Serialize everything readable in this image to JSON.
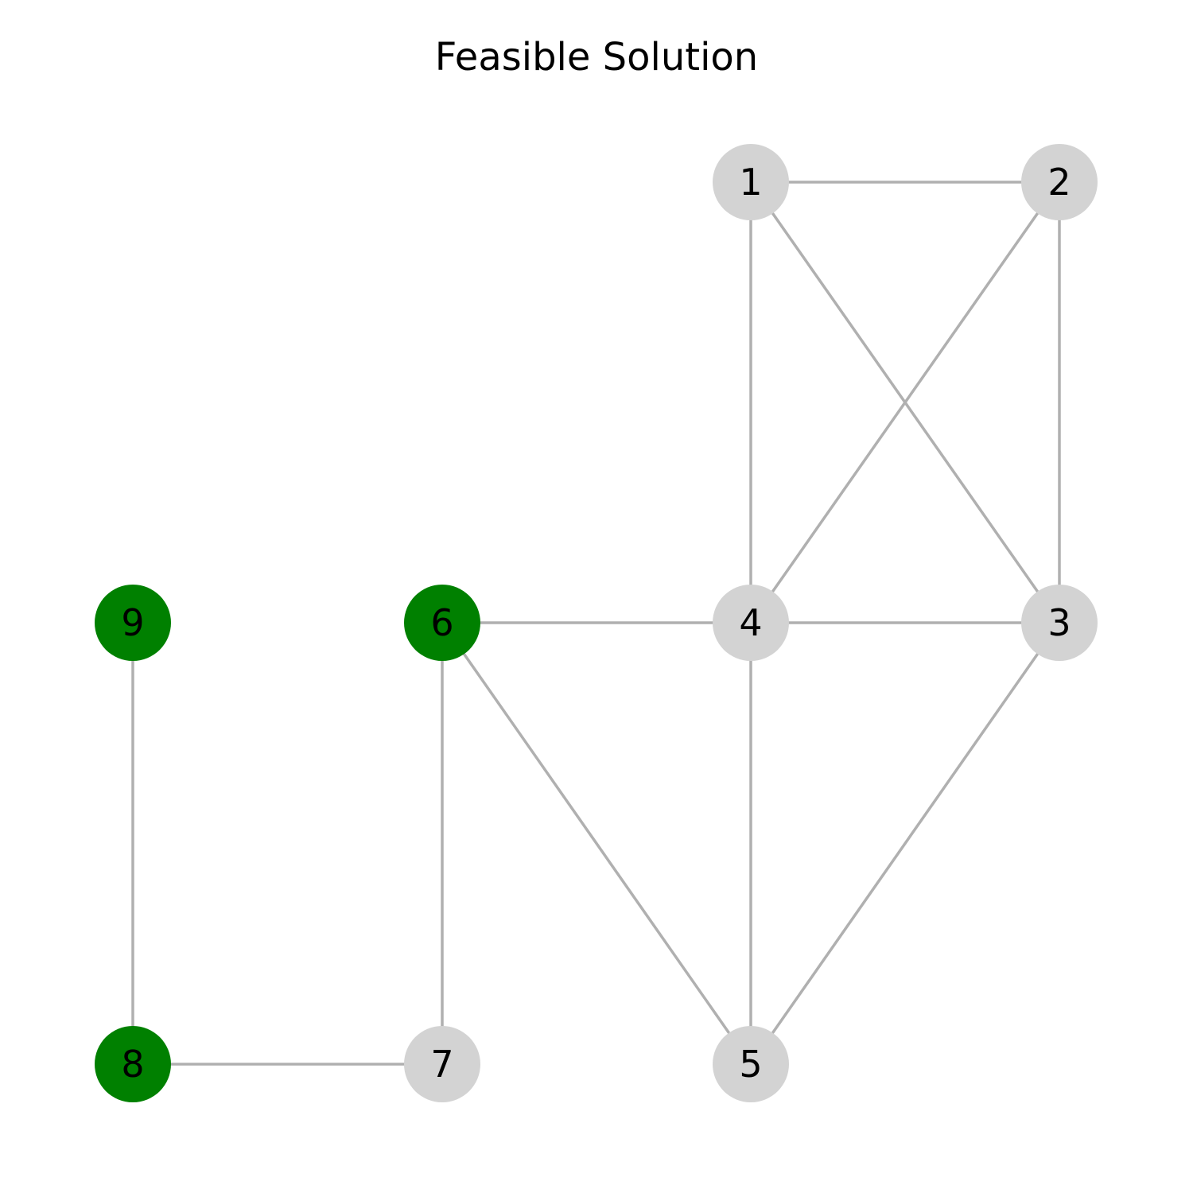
{
  "title": "Feasible Solution",
  "colors": {
    "selected": "#008000",
    "unselected": "#d3d3d3",
    "edge": "#b0b0b0",
    "label": "#000000",
    "background": "#ffffff"
  },
  "nodes": [
    {
      "id": "1",
      "label": "1",
      "selected": false
    },
    {
      "id": "2",
      "label": "2",
      "selected": false
    },
    {
      "id": "3",
      "label": "3",
      "selected": false
    },
    {
      "id": "4",
      "label": "4",
      "selected": false
    },
    {
      "id": "5",
      "label": "5",
      "selected": false
    },
    {
      "id": "6",
      "label": "6",
      "selected": true
    },
    {
      "id": "7",
      "label": "7",
      "selected": false
    },
    {
      "id": "8",
      "label": "8",
      "selected": true
    },
    {
      "id": "9",
      "label": "9",
      "selected": true
    }
  ],
  "edges": [
    [
      "1",
      "2"
    ],
    [
      "1",
      "4"
    ],
    [
      "1",
      "3"
    ],
    [
      "2",
      "3"
    ],
    [
      "2",
      "4"
    ],
    [
      "4",
      "3"
    ],
    [
      "6",
      "4"
    ],
    [
      "4",
      "5"
    ],
    [
      "3",
      "5"
    ],
    [
      "6",
      "5"
    ],
    [
      "6",
      "7"
    ],
    [
      "8",
      "7"
    ],
    [
      "9",
      "8"
    ]
  ]
}
